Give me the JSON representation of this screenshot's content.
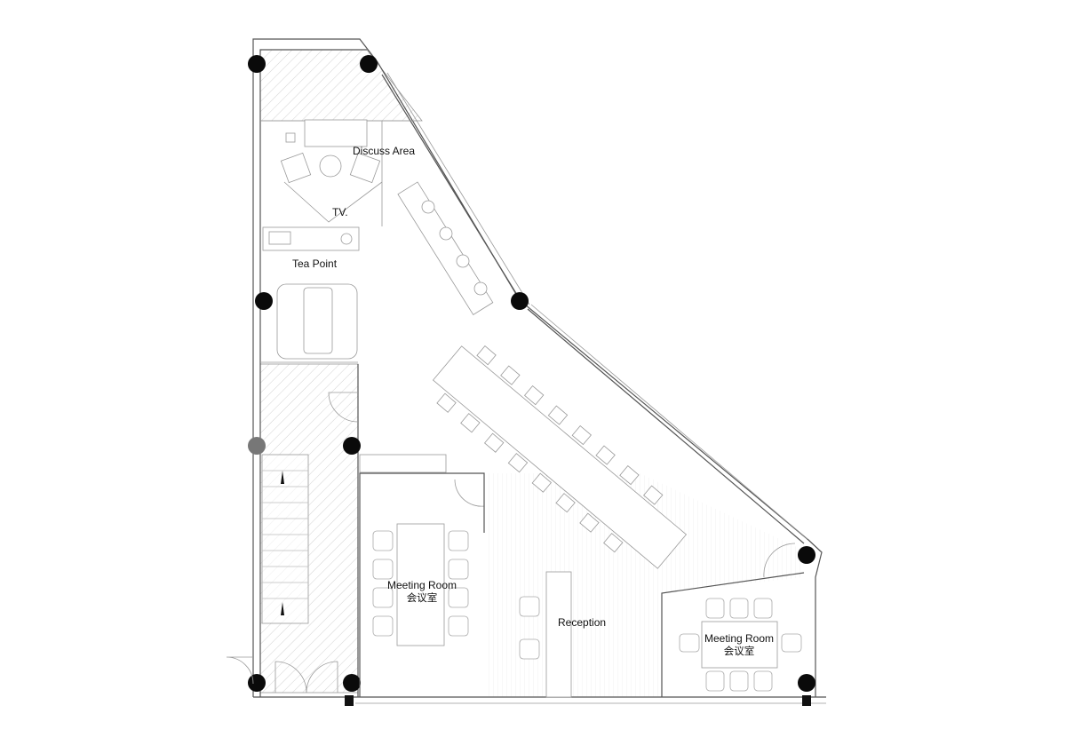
{
  "plan": {
    "labels": {
      "discuss_area": "Discuss Area",
      "tv": "TV.",
      "tea_point": "Tea Point",
      "meeting_room_1": "Meeting Room",
      "meeting_room_1_cn": "会议室",
      "reception": "Reception",
      "meeting_room_2": "Meeting Room",
      "meeting_room_2_cn": "会议室"
    },
    "colors": {
      "wall": "#555555",
      "column": "#0a0a0a",
      "hatch": "#c8c8c8"
    }
  }
}
